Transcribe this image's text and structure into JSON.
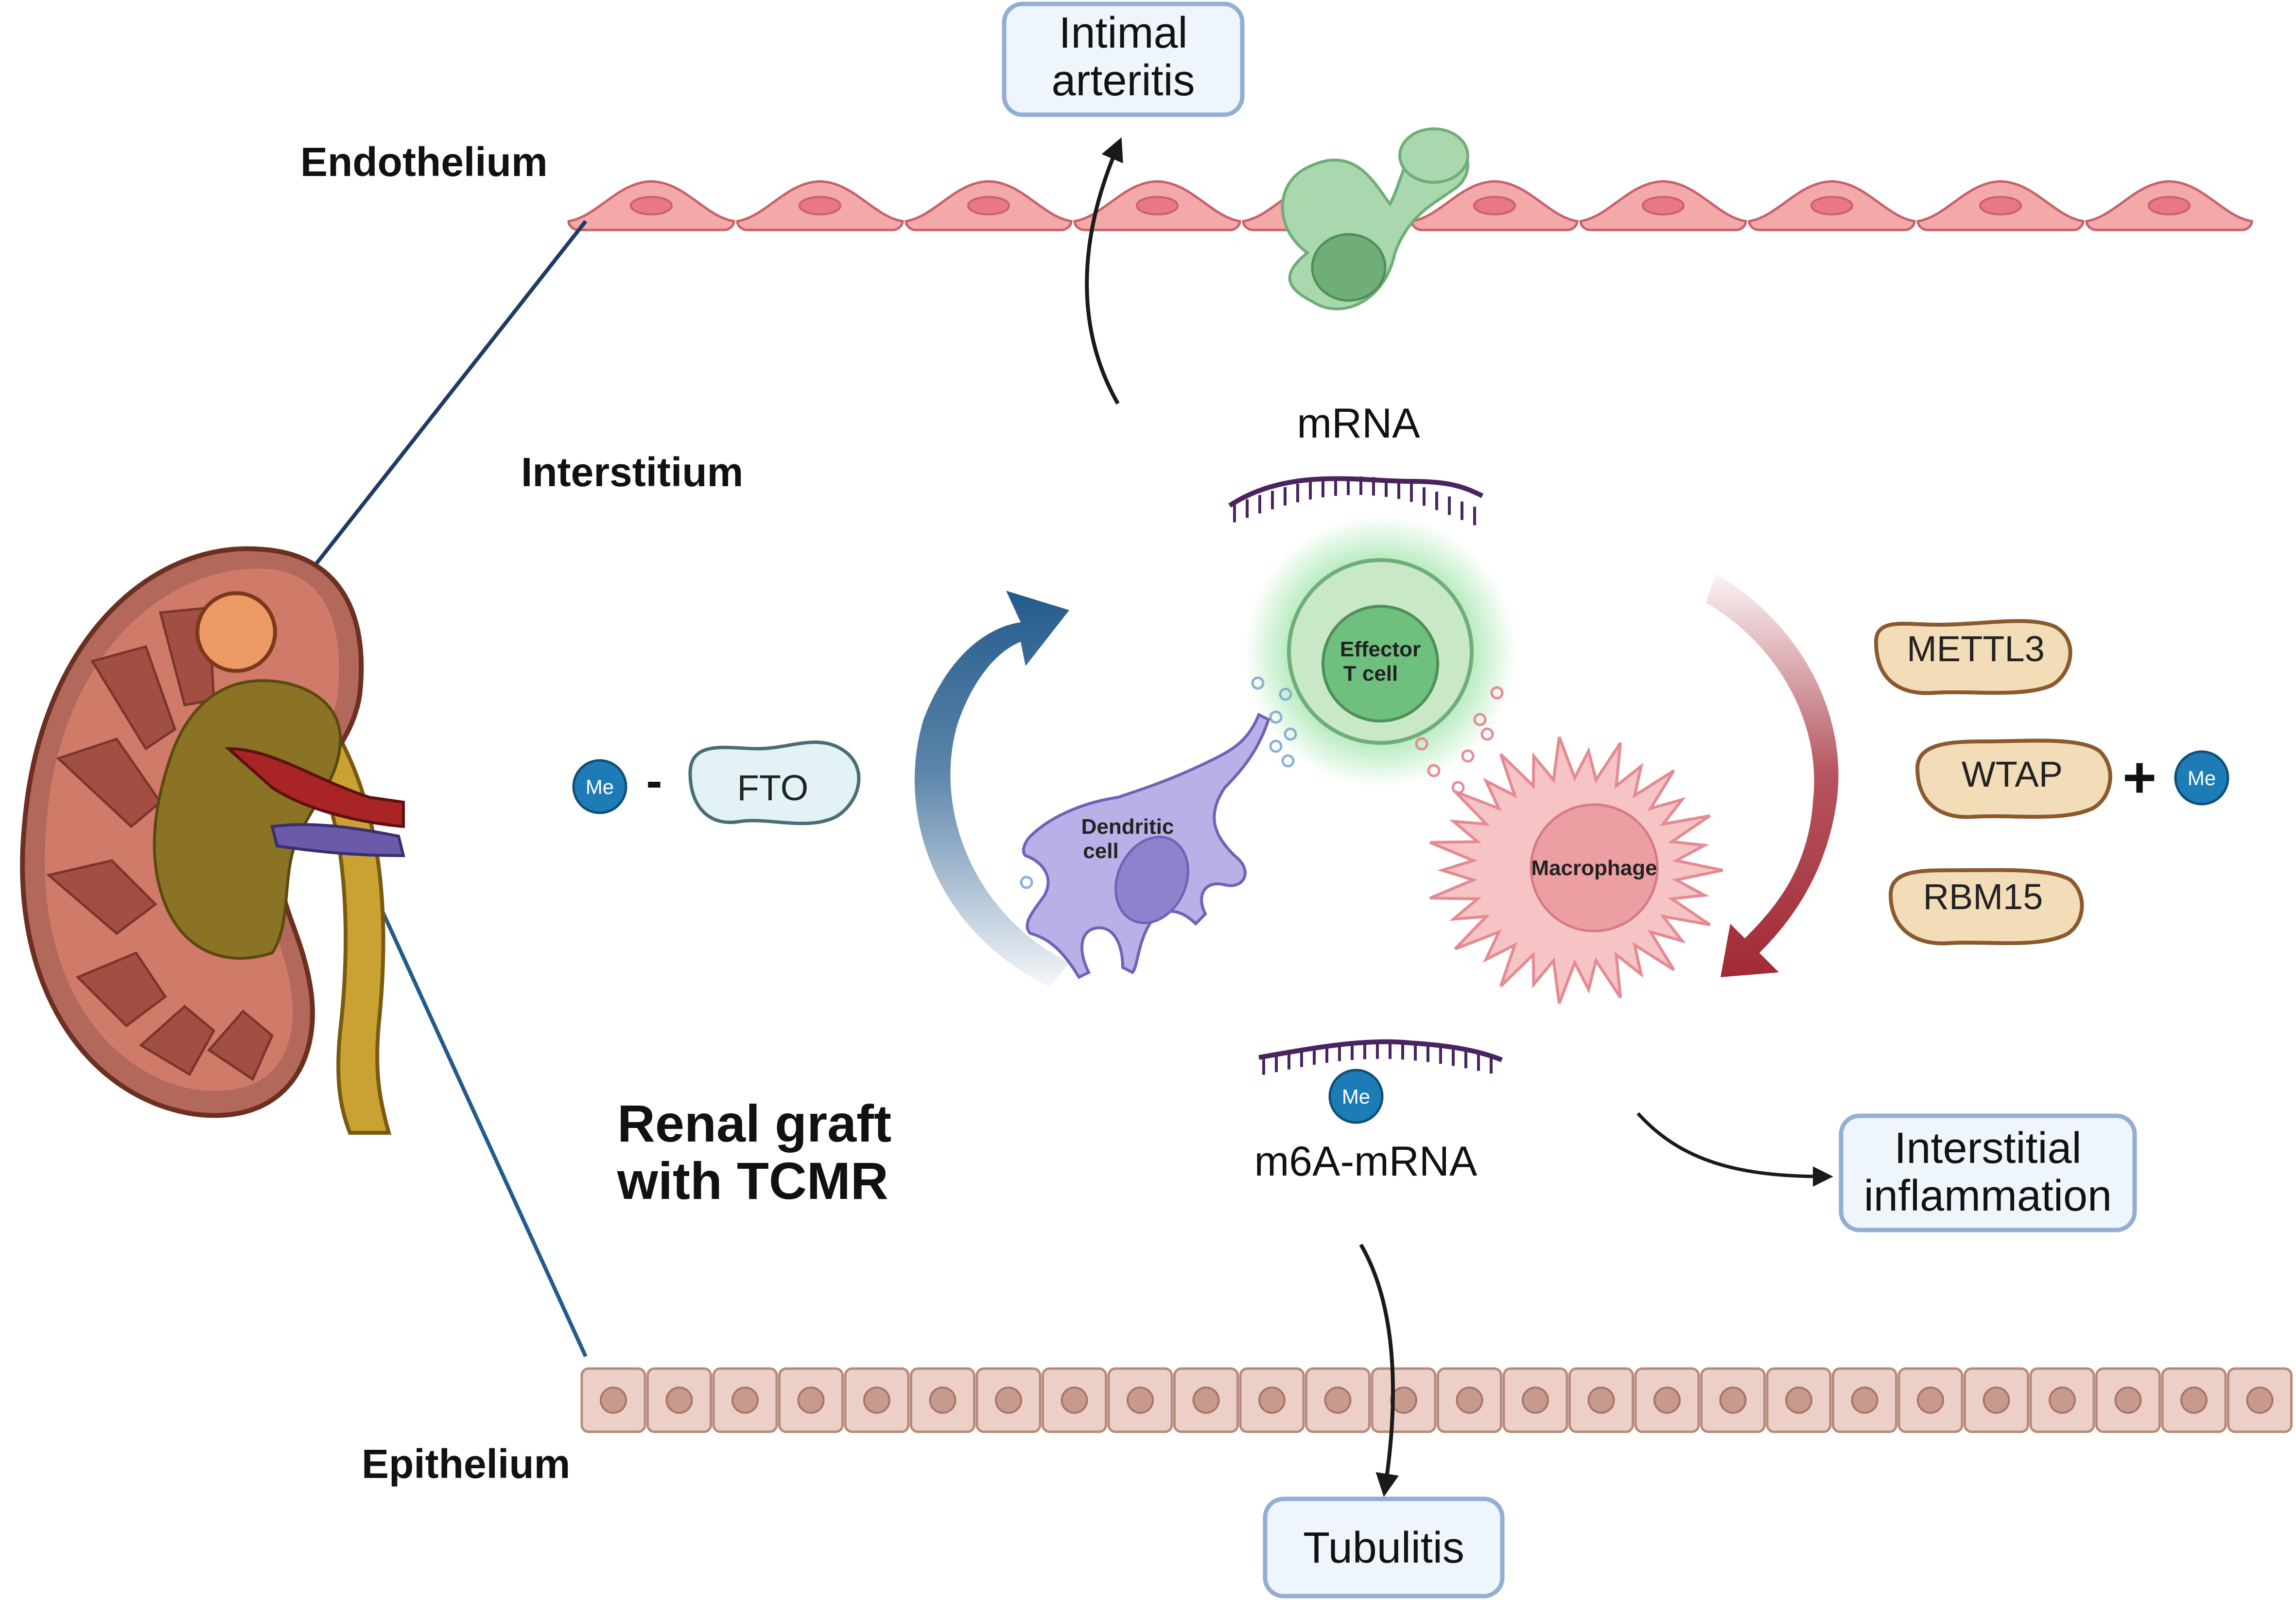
{
  "labels": {
    "endothelium": "Endothelium",
    "interstitium": "Interstitium",
    "epithelium": "Epithelium",
    "renal_graft_line1": "Renal graft",
    "renal_graft_line2": "with TCMR"
  },
  "outcomes": {
    "intimal_line1": "Intimal",
    "intimal_line2": "arteritis",
    "interstitial_line1": "Interstitial",
    "interstitial_line2": "inflammation",
    "tubulitis": "Tubulitis"
  },
  "molecules": {
    "mrna": "mRNA",
    "m6a_mrna": "m6A-mRNA",
    "me": "Me",
    "minus": "-",
    "plus": "+"
  },
  "enzymes": {
    "eraser": "FTO",
    "writers": [
      "METTL3",
      "WTAP",
      "RBM15"
    ]
  },
  "cells": {
    "effector_line1": "Effector",
    "effector_line2": "T cell",
    "dendritic_line1": "Dendritic",
    "dendritic_line2": "cell",
    "macrophage": "Macrophage"
  },
  "colors": {
    "outcome_fill": "#eef5fb",
    "outcome_stroke": "#93add4",
    "enzyme_fill": "#f3dcb8",
    "enzyme_stroke": "#8a5a2e",
    "fto_fill": "#e3f3f5",
    "fto_stroke": "#4a6e74",
    "me_fill": "#1d7bb5",
    "blue_arrow": "#245b8c",
    "red_arrow": "#a22a35"
  }
}
